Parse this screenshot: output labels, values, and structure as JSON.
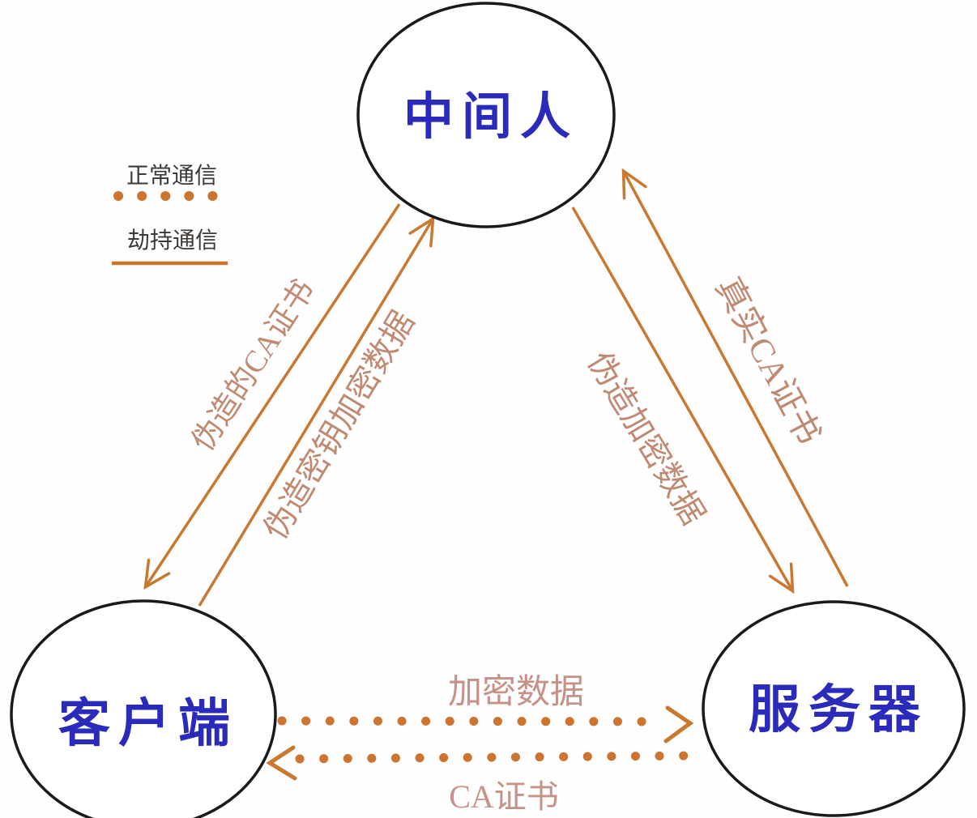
{
  "diagram_title": "man-in-the-middle attack communication diagram",
  "nodes": {
    "middleman": {
      "label": "中间人"
    },
    "client": {
      "label": "客户端"
    },
    "server": {
      "label": "服务器"
    }
  },
  "legend": {
    "normal": {
      "label": "正常通信",
      "line_style": "dotted"
    },
    "hijacked": {
      "label": "劫持通信",
      "line_style": "solid"
    }
  },
  "edges": {
    "forged_ca_cert": {
      "label": "伪造的CA证书",
      "from": "middleman",
      "to": "client",
      "type": "hijacked"
    },
    "forged_key_encrypted_data": {
      "label": "伪造密钥加密数据",
      "from": "client",
      "to": "middleman",
      "type": "hijacked"
    },
    "forged_encrypted_data": {
      "label": "伪造加密数据",
      "from": "middleman",
      "to": "server",
      "type": "hijacked"
    },
    "real_ca_cert": {
      "label": "真实CA证书",
      "from": "server",
      "to": "middleman",
      "type": "hijacked"
    },
    "encrypted_data": {
      "label": "加密数据",
      "from": "client",
      "to": "server",
      "type": "normal"
    },
    "ca_cert": {
      "label": "CA证书",
      "from": "server",
      "to": "client",
      "type": "normal"
    }
  },
  "colors": {
    "node_text": "#2b2bbb",
    "node_border": "#1a1a1a",
    "arrow": "#c8782f",
    "dotted_arrow": "#cc7430",
    "edge_label": "#c08a72",
    "legend_text": "#3d3936",
    "background": "#fefefe"
  }
}
